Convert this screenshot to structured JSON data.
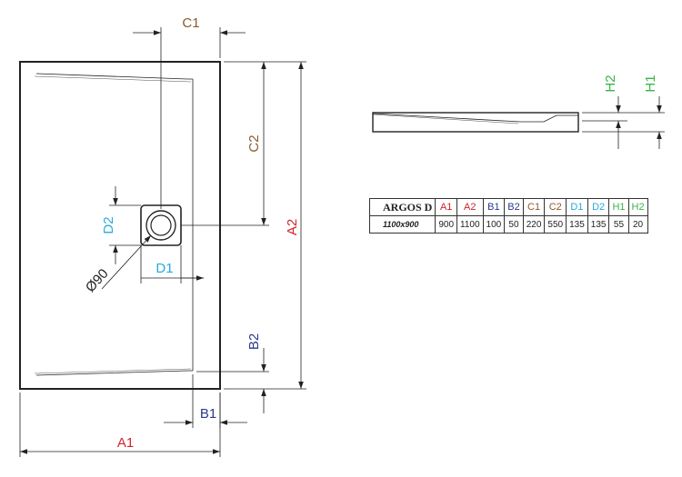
{
  "colors": {
    "line": "#222222",
    "a": "#d2232a",
    "b": "#2b3990",
    "c": "#8b5a2b",
    "d": "#27a9e1",
    "h": "#39b54a"
  },
  "dimensions": {
    "a1": "A1",
    "a2": "A2",
    "b1": "B1",
    "b2": "B2",
    "c1": "C1",
    "c2": "C2",
    "d1": "D1",
    "d2": "D2",
    "h1": "H1",
    "h2": "H2",
    "drain": "Ø90"
  },
  "table": {
    "model": "ARGOS D",
    "size": "1100x900",
    "headers": [
      "A1",
      "A2",
      "B1",
      "B2",
      "C1",
      "C2",
      "D1",
      "D2",
      "H1",
      "H2"
    ],
    "header_colors": [
      "a",
      "a",
      "b",
      "b",
      "c",
      "c",
      "d",
      "d",
      "h",
      "h"
    ],
    "values": [
      "900",
      "1100",
      "100",
      "50",
      "220",
      "550",
      "135",
      "135",
      "55",
      "20"
    ]
  }
}
